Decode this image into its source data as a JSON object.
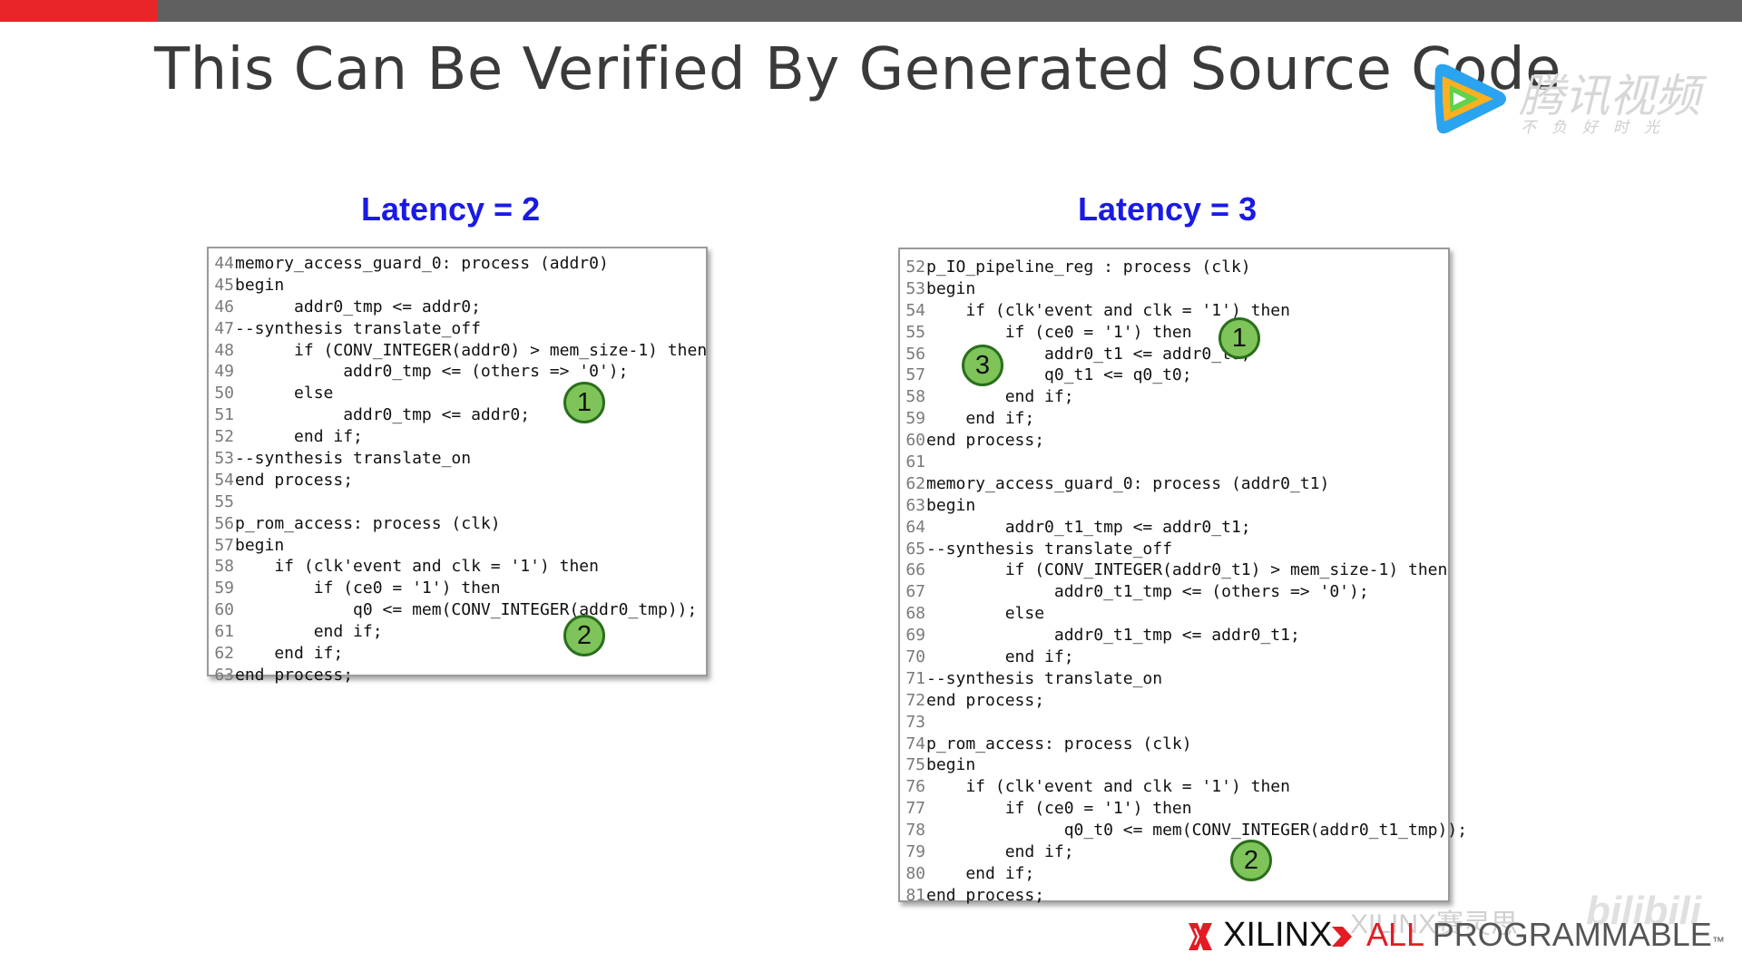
{
  "slide": {
    "title": "This Can Be Verified By Generated Source Code"
  },
  "tencent_video": {
    "name": "腾讯视频",
    "slogan": "不负好时光"
  },
  "left": {
    "heading": "Latency = 2",
    "lines": [
      {
        "n": "44",
        "t": "memory_access_guard_0: process (addr0)"
      },
      {
        "n": "45",
        "t": "begin"
      },
      {
        "n": "46",
        "t": "      addr0_tmp <= addr0;"
      },
      {
        "n": "47",
        "t": "--synthesis translate_off"
      },
      {
        "n": "48",
        "t": "      if (CONV_INTEGER(addr0) > mem_size-1) then"
      },
      {
        "n": "49",
        "t": "           addr0_tmp <= (others => '0');"
      },
      {
        "n": "50",
        "t": "      else"
      },
      {
        "n": "51",
        "t": "           addr0_tmp <= addr0;"
      },
      {
        "n": "52",
        "t": "      end if;"
      },
      {
        "n": "53",
        "t": "--synthesis translate_on"
      },
      {
        "n": "54",
        "t": "end process;"
      },
      {
        "n": "55",
        "t": ""
      },
      {
        "n": "56",
        "t": "p_rom_access: process (clk)"
      },
      {
        "n": "57",
        "t": "begin"
      },
      {
        "n": "58",
        "t": "    if (clk'event and clk = '1') then"
      },
      {
        "n": "59",
        "t": "        if (ce0 = '1') then"
      },
      {
        "n": "60",
        "t": "            q0 <= mem(CONV_INTEGER(addr0_tmp));"
      },
      {
        "n": "61",
        "t": "        end if;"
      },
      {
        "n": "62",
        "t": "    end if;"
      },
      {
        "n": "63",
        "t": "end process;"
      }
    ],
    "badges": [
      "1",
      "2"
    ]
  },
  "right": {
    "heading": "Latency = 3",
    "lines": [
      {
        "n": "52",
        "t": "p_IO_pipeline_reg : process (clk)"
      },
      {
        "n": "53",
        "t": "begin"
      },
      {
        "n": "54",
        "t": "    if (clk'event and clk = '1') then"
      },
      {
        "n": "55",
        "t": "        if (ce0 = '1') then"
      },
      {
        "n": "56",
        "t": "            addr0_t1 <= addr0_t0;"
      },
      {
        "n": "57",
        "t": "            q0_t1 <= q0_t0;"
      },
      {
        "n": "58",
        "t": "        end if;"
      },
      {
        "n": "59",
        "t": "    end if;"
      },
      {
        "n": "60",
        "t": "end process;"
      },
      {
        "n": "61",
        "t": ""
      },
      {
        "n": "62",
        "t": "memory_access_guard_0: process (addr0_t1)"
      },
      {
        "n": "63",
        "t": "begin"
      },
      {
        "n": "64",
        "t": "        addr0_t1_tmp <= addr0_t1;"
      },
      {
        "n": "65",
        "t": "--synthesis translate_off"
      },
      {
        "n": "66",
        "t": "        if (CONV_INTEGER(addr0_t1) > mem_size-1) then"
      },
      {
        "n": "67",
        "t": "             addr0_t1_tmp <= (others => '0');"
      },
      {
        "n": "68",
        "t": "        else"
      },
      {
        "n": "69",
        "t": "             addr0_t1_tmp <= addr0_t1;"
      },
      {
        "n": "70",
        "t": "        end if;"
      },
      {
        "n": "71",
        "t": "--synthesis translate_on"
      },
      {
        "n": "72",
        "t": "end process;"
      },
      {
        "n": "73",
        "t": ""
      },
      {
        "n": "74",
        "t": "p_rom_access: process (clk)"
      },
      {
        "n": "75",
        "t": "begin"
      },
      {
        "n": "76",
        "t": "    if (clk'event and clk = '1') then"
      },
      {
        "n": "77",
        "t": "        if (ce0 = '1') then"
      },
      {
        "n": "78",
        "t": "              q0_t0 <= mem(CONV_INTEGER(addr0_t1_tmp));"
      },
      {
        "n": "79",
        "t": "        end if;"
      },
      {
        "n": "80",
        "t": "    end if;"
      },
      {
        "n": "81",
        "t": "end process;"
      }
    ],
    "badges": [
      "1",
      "3",
      "2"
    ]
  },
  "footer": {
    "brand": "XILINX",
    "tagline_all": "ALL",
    "tagline_rest": " PROGRAMMABLE",
    "trademark": "™"
  },
  "watermarks": {
    "cn": "XILINX赛灵思",
    "bili": "bilibili"
  },
  "colors": {
    "heading_blue": "#1a1ae6",
    "badge_green": "#7ec45a",
    "xilinx_red": "#e31b23",
    "topbar_red": "#e8262a"
  }
}
